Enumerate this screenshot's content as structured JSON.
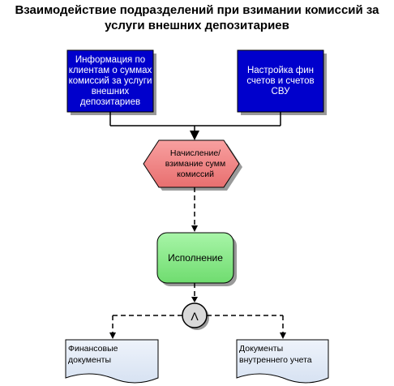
{
  "title": "Взаимодействие подразделений при взимании комиссий за услуги внешних депозитариев",
  "nodes": {
    "info": "Информация по клиентам о суммах комиссий за услуги внешних депозитариев",
    "setup": "Настройка фин счетов и счетов СВУ",
    "charge": "Начисление/ взимание сумм комиссий",
    "execute": "Исполнение",
    "and_gate": "Λ",
    "doc_fin": "Финансовые документы",
    "doc_internal": "Документы внутреннего учета"
  },
  "colors": {
    "blue_box": "#0000cc",
    "event": "#f08080",
    "function": "#88ee88",
    "document": "#e6eefa"
  }
}
